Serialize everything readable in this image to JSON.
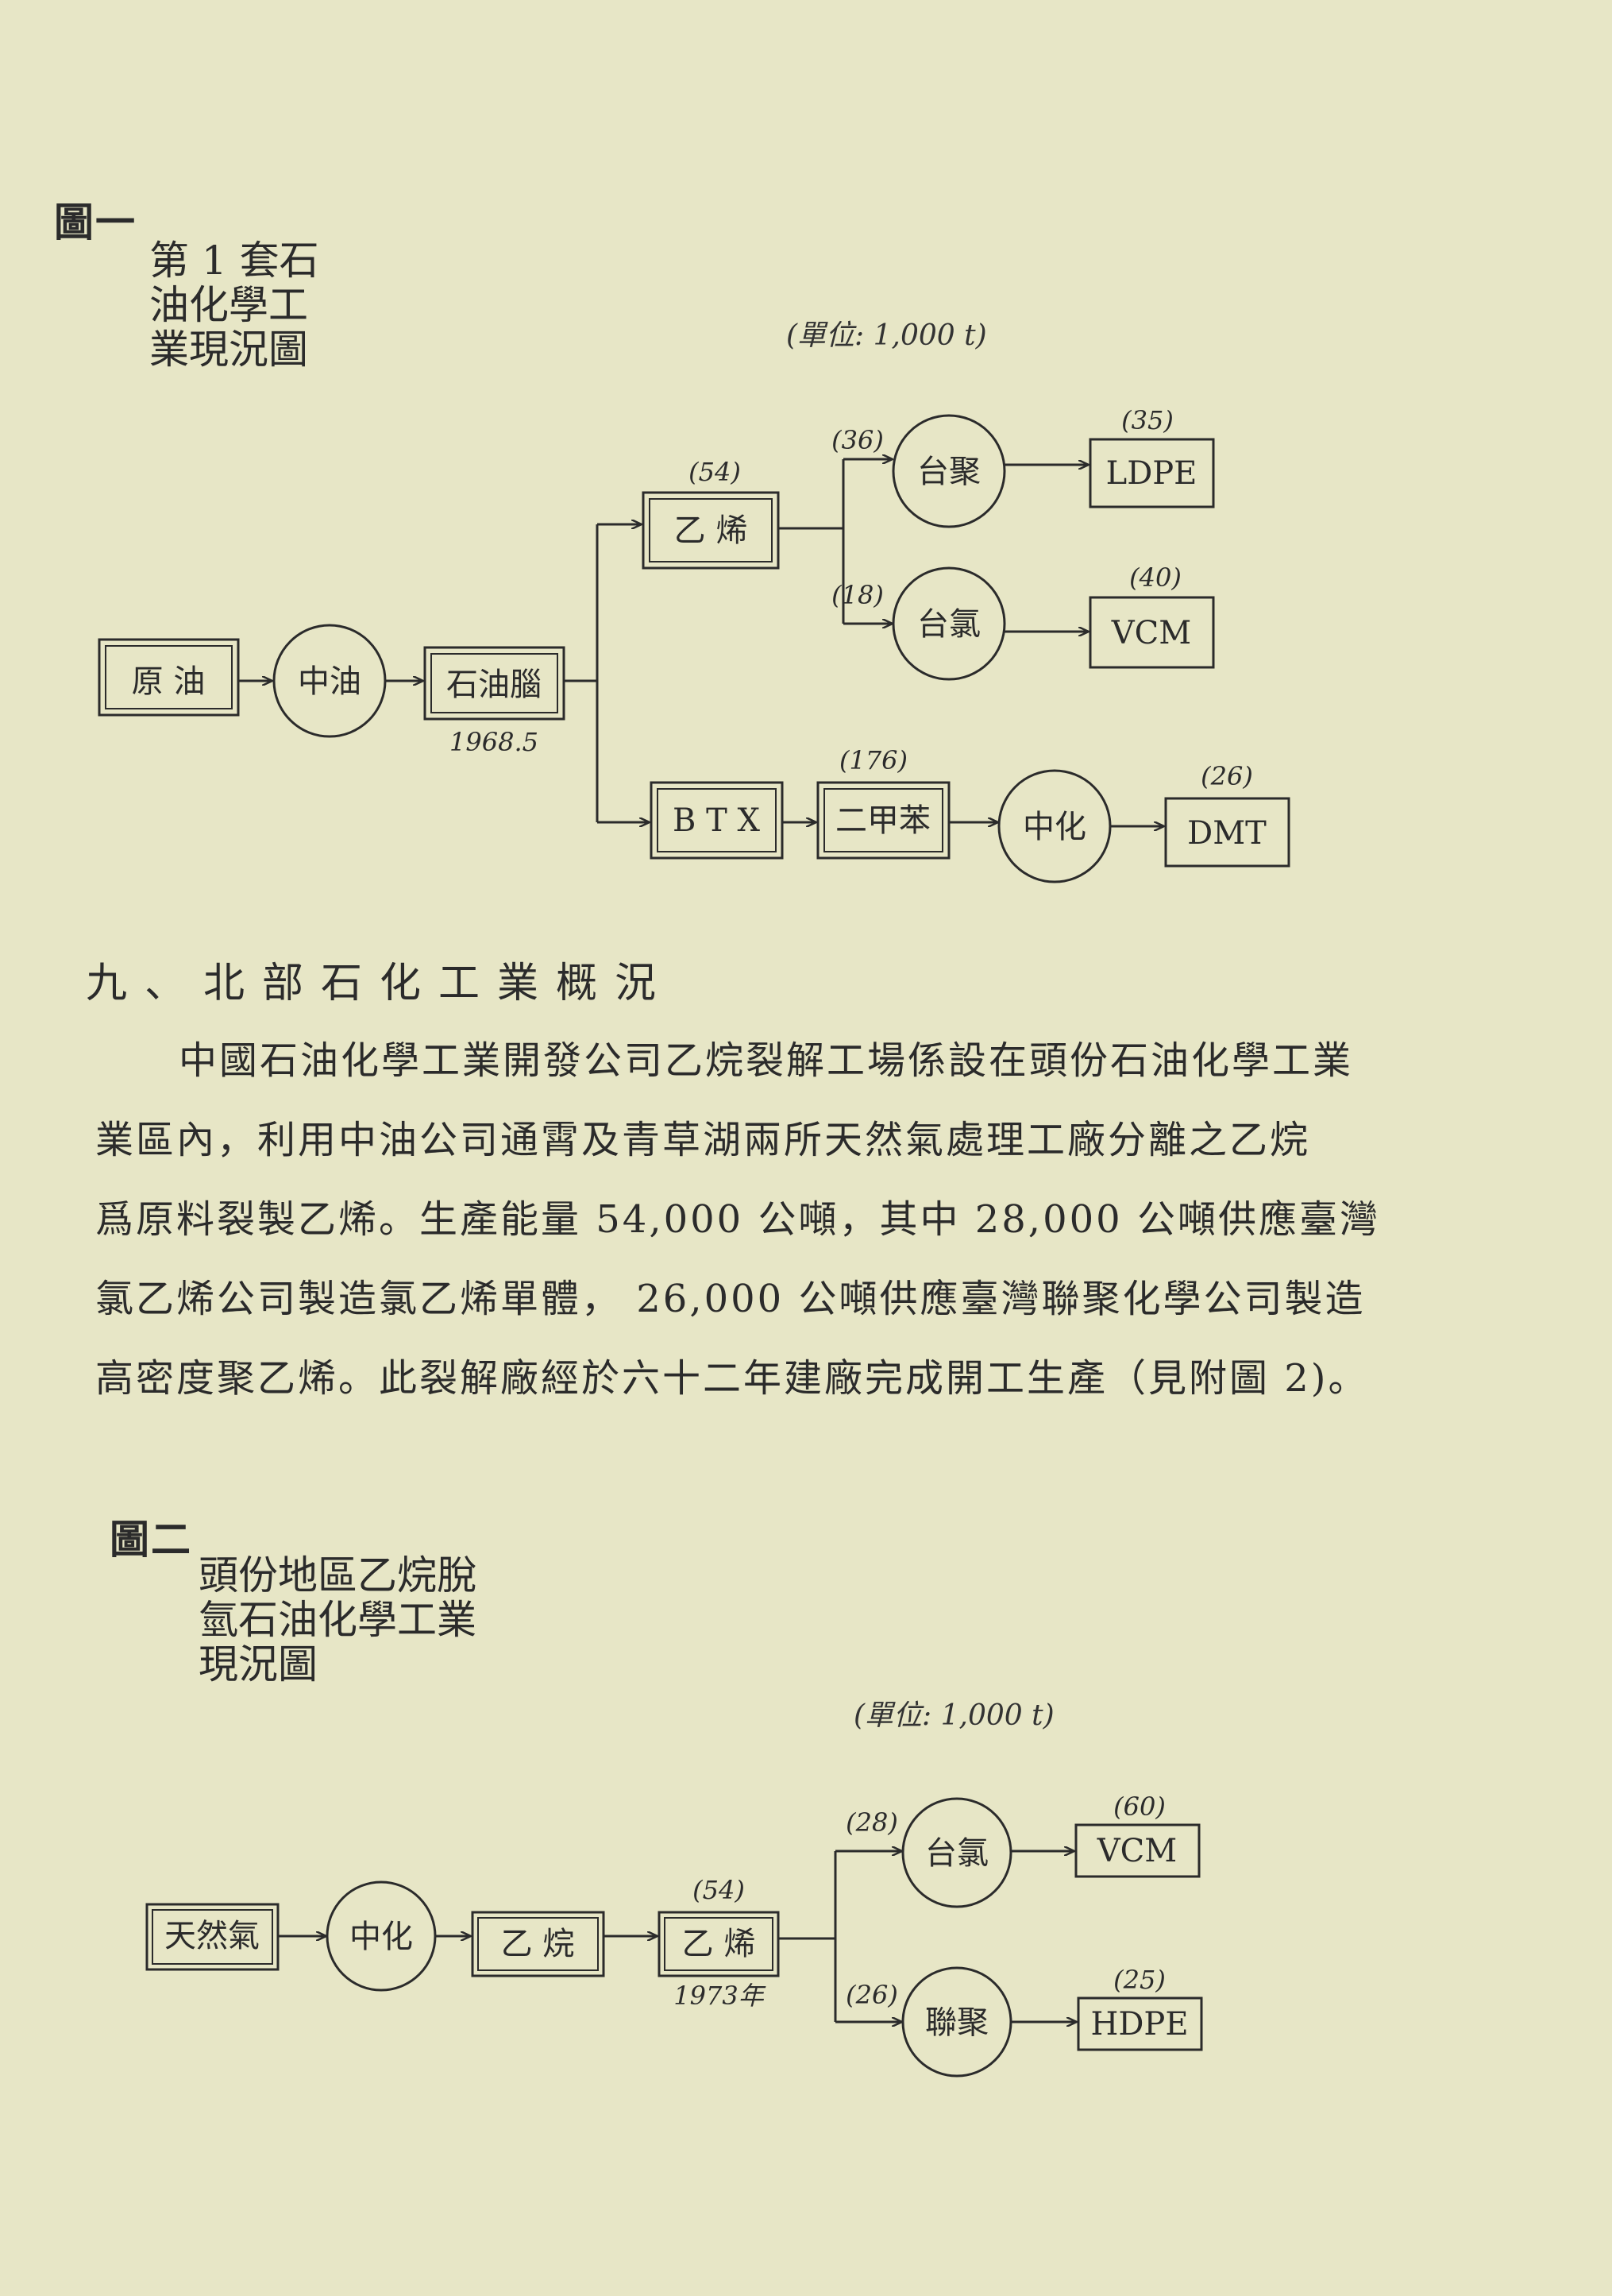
{
  "figure1": {
    "label": "圖一",
    "caption_lines": [
      "第 1 套石",
      "油化學工",
      "業現況圖"
    ],
    "unit": "(單位: 1,000 t)",
    "nodes": {
      "crude": "原 油",
      "cpc": "中油",
      "naphtha": "石油腦",
      "ethylene": "乙 烯",
      "btx": "B T X",
      "xylene": "二甲苯",
      "taiju": "台聚",
      "taichlor": "台氯",
      "ldpe": "LDPE",
      "vcm": "VCM",
      "zhonghua": "中化",
      "dmt": "DMT"
    },
    "quantities": {
      "ethylene": "(54)",
      "taiju": "(36)",
      "taichlor": "(18)",
      "ldpe": "(35)",
      "vcm": "(40)",
      "xylene": "(176)",
      "dmt": "(26)"
    },
    "date": "1968.5"
  },
  "section": {
    "title": "九、北部石化工業概況",
    "paragraph_lines": [
      "中國石油化學工業開發公司乙烷裂解工場係設在頭份石油化學工業",
      "業區內，利用中油公司通霄及青草湖兩所天然氣處理工廠分離之乙烷",
      "爲原料裂製乙烯。生產能量 54,000 公噸，其中 28,000 公噸供應臺灣",
      "氯乙烯公司製造氯乙烯單體， 26,000 公噸供應臺灣聯聚化學公司製造",
      "高密度聚乙烯。此裂解廠經於六十二年建廠完成開工生產（見附圖 2)。"
    ]
  },
  "figure2": {
    "label": "圖二",
    "caption_lines": [
      "頭份地區乙烷脫",
      "氫石油化學工業",
      "現況圖"
    ],
    "unit": "(單位: 1,000 t)",
    "nodes": {
      "natgas": "天然氣",
      "zhonghua": "中化",
      "ethane": "乙 烷",
      "ethylene": "乙 烯",
      "taichlor": "台氯",
      "lianju": "聯聚",
      "vcm": "VCM",
      "hdpe": "HDPE"
    },
    "quantities": {
      "ethylene": "(54)",
      "taichlor": "(28)",
      "lianju": "(26)",
      "vcm": "(60)",
      "hdpe": "(25)"
    },
    "date": "1973年"
  }
}
